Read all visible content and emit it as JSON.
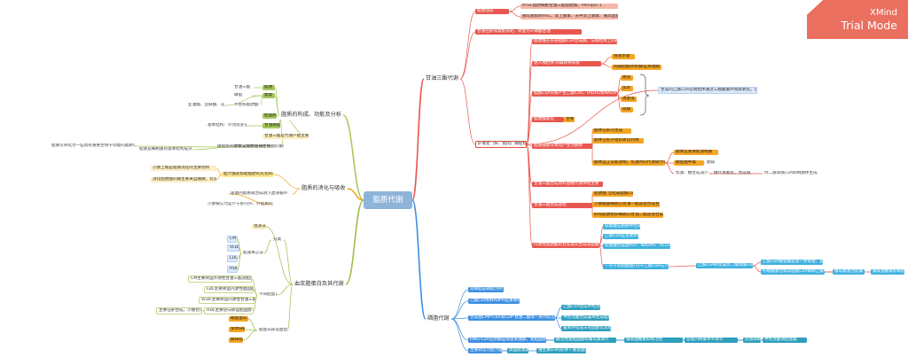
{
  "mindmap": {
    "root": "脂质代谢",
    "watermark": {
      "brand": "XMind",
      "mode": "Trial Mode"
    },
    "branches": [
      {
        "id": "b1",
        "label": "甘油三酯代谢",
        "children": [
          {
            "id": "n1_1",
            "label": "脂肪动员",
            "children": [
              {
                "id": "n1_1_1",
                "label": "ATGL脂肪细胞甘油三酯脂肪酶，Perilipin-1"
              },
              {
                "id": "n1_1_2",
                "label": "胰岛素抑制HSL，肾上腺素、去甲肾上腺素、胰高血糖素等促进动员"
              }
            ]
          },
          {
            "id": "n1_2",
            "label": "甘油在肝或肾脏等处，转变为3-磷酸甘油"
          },
          {
            "id": "n1_3",
            "label": "β-氧化（肝、肌肉）酶促程",
            "children": [
              {
                "id": "n1_3_1",
                "label": "脂肪酸在长链脂酰CoA合成酶，与线粒体上的脂酰CoA连接酶作用生成"
              },
              {
                "id": "n1_3_2",
                "label": "进入线粒体  肉碱转移系统",
                "children": [
                  {
                    "id": "n1_3_2_1",
                    "label": "限速步骤"
                  },
                  {
                    "id": "n1_3_2_2",
                    "label": "肉碱脂酰转移酶I是关键酶"
                  }
                ]
              },
              {
                "id": "n1_3_3",
                "label": "脂酰CoA分解产生乙酰CoA，FADH2和NADH",
                "children": [
                  {
                    "id": "n1_3_3_1",
                    "label": "脱氢"
                  },
                  {
                    "id": "n1_3_3_2",
                    "label": "加水"
                  },
                  {
                    "id": "n1_3_3_3",
                    "label": "再脱氢"
                  },
                  {
                    "id": "n1_3_3_4",
                    "label": "硫解"
                  }
                ]
              },
              {
                "id": "n1_3_4",
                "label": "生成的乙酰CoA在线粒体通过三羧酸循环彻底氧化，在肝部分为酮体"
              },
              {
                "id": "n1_3_5",
                "label": "脂肪酸氧化",
                "children": [
                  {
                    "id": "n1_3_5_1",
                    "label": "主要"
                  }
                ]
              },
              {
                "id": "n1_3_6",
                "label": "脂肪酸部分氧化产生为酮体",
                "children": [
                  {
                    "id": "n1_3_6_1",
                    "label": "酮体在肝内生成"
                  },
                  {
                    "id": "n1_3_6_2",
                    "label": "酮体在肝外组织氧化利用"
                  },
                  {
                    "id": "n1_3_6_3",
                    "label": "酮体是正常能源物，饥饿时的代谢调节特点",
                    "children": [
                      {
                        "id": "n1_3_6_3_1",
                        "label": "酮体是重要能源物质"
                      },
                      {
                        "id": "n1_3_6_3_2",
                        "label": "酮症酸中毒",
                        "children": [
                          {
                            "id": "n1_3_6_3_2_1",
                            "label": "酮尿"
                          }
                        ]
                      },
                      {
                        "id": "n1_3_6_3_3",
                        "label": "饥饿、糖生成减少",
                        "children": [
                          {
                            "id": "n1_3_6_3_3_1",
                            "label": "糖代谢紊乱，生成增加"
                          },
                          {
                            "id": "n1_3_6_3_3_2",
                            "label": "丙二酰单酰CoA抑制酮体生成"
                          }
                        ]
                      }
                    ]
                  }
                ]
              },
              {
                "id": "n1_3_7",
                "label": "甘油三酯合成原料由糖代谢供给主要"
              },
              {
                "id": "n1_3_8",
                "label": "甘油三酯合成途径",
                "children": [
                  {
                    "id": "n1_3_8_1",
                    "label": "脂肪酸 活化成脂酰CoA"
                  },
                  {
                    "id": "n1_3_8_2",
                    "label": "小肠黏膜细胞以甘油一酯途径合成甘油三酯"
                  },
                  {
                    "id": "n1_3_8_3",
                    "label": "肝和脂肪组织细胞以甘油二酯途径合成甘油三酯"
                  }
                ]
              },
              {
                "id": "n1_3_9",
                "label": "内源性脂肪酸的合成需先合成软脂酸",
                "children": [
                  {
                    "id": "n1_3_9_1",
                    "label": "软脂酸在胞质中合成"
                  },
                  {
                    "id": "n1_3_9_2",
                    "label": "乙酰CoA是主要原料"
                  },
                  {
                    "id": "n1_3_9_3",
                    "label": "软脂酸合成需ATP、NADPH、HCO3⁻（CO2）、Mn2+"
                  },
                  {
                    "id": "n1_3_9_4",
                    "label": "一分子软脂酸由1分子乙酰CoA与7分子丙二酸单酰CoA缩合而成",
                    "children": [
                      {
                        "id": "n1_3_9_4_1",
                        "label": "乙酰CoA转化成丙二酸单酰CoA",
                        "children": [
                          {
                            "id": "n1_3_9_4_1_1",
                            "label": "乙酰CoA羧化酶是第一步限速，是关键调节酶"
                          },
                          {
                            "id": "n1_3_9_4_1_2",
                            "label": "柠檬酸激活和软脂酰CoA抑制乙酰CoA羧化酶",
                            "children": [
                              {
                                "id": "n1_3_9_4_1_2_1",
                                "label": "胰岛素激活此酶"
                              },
                              {
                                "id": "n1_3_9_4_1_2_2",
                                "label": "胰高血糖素抑制此酶"
                              }
                            ]
                          }
                        ]
                      }
                    ]
                  }
                ]
              }
            ]
          }
        ]
      },
      {
        "id": "b2",
        "label": "磷脂代谢",
        "children": [
          {
            "id": "n2_1",
            "label": "含磷脂是磷脂为例"
          },
          {
            "id": "n2_2",
            "label": "乙酰CoA和NADPH是重要原料"
          },
          {
            "id": "n2_3",
            "label": "合成由CMP-CoA或CDP-甘油二酯等一系列反应",
            "children": [
              {
                "id": "n2_3_1",
                "label": "乙酰CoA合成甲羟戊酸"
              },
              {
                "id": "n2_3_2",
                "label": "甲羟戊酸合成鲨烯生成脂质"
              },
              {
                "id": "n2_3_3",
                "label": "鲨烯环化成羊毛固醇以及胆固醇"
              }
            ]
          },
          {
            "id": "n2_4",
            "label": "HMG-CoA还原酶是限速关键酶，受胆固醇调控",
            "children": [
              {
                "id": "n2_4_1",
                "label": "酶活性受胆固醇和胰岛素调节"
              },
              {
                "id": "n2_4_2",
                "label": "胰高血糖素抑制活性"
              },
              {
                "id": "n2_4_3",
                "label": "在核内转录水平调节"
              },
              {
                "id": "n2_4_4",
                "label": "反馈抑制"
              },
              {
                "id": "n2_4_5",
                "label": "甲羟戊酸调控此酶"
              }
            ]
          },
          {
            "id": "n2_5",
            "label": "主要转化为胆汁酸",
            "children": [
              {
                "id": "n2_5_1",
                "label": "类固醇激素"
              },
              {
                "id": "n2_5_2",
                "label": "维生素D3的前体7-脱氢胆固醇"
              }
            ]
          }
        ]
      },
      {
        "id": "b3",
        "label": "脂质的构成、功能及分析",
        "children": [
          {
            "id": "n3_1",
            "label": "脂肪",
            "children": [
              {
                "id": "n3_1_1",
                "label": "甘油三酯"
              }
            ]
          },
          {
            "id": "n3_2",
            "label": "类脂",
            "children": [
              {
                "id": "n3_2_1",
                "label": "磷脂"
              },
              {
                "id": "n3_2_2",
                "label": "不饱和脂肪酸"
              },
              {
                "id": "n3_2_3",
                "label": "亚油酸、亚麻酸、花生四烯酸"
              }
            ]
          },
          {
            "id": "n3_3",
            "label": "胆固醇"
          },
          {
            "id": "n3_4",
            "label": "甘油磷脂、鞘磷脂",
            "children": [
              {
                "id": "n3_4_1",
                "label": "基本结构：环戊烷多氢菲"
              }
            ]
          },
          {
            "id": "n3_5",
            "label": "甘油三酯是代谢产能主要"
          },
          {
            "id": "n3_6",
            "label": "储能是生物维持生物膜的重要组分",
            "children": [
              {
                "id": "n3_6_1",
                "label": "磷脂酰肌醇参与细胞信号转导"
              },
              {
                "id": "n3_6_2",
                "label": "脂质是细胞膜的基本结构成分"
              },
              {
                "id": "n3_6_3",
                "label": "脂质可转化为一些具有重要生物学功能的脂质化合物"
              }
            ]
          }
        ]
      },
      {
        "id": "b4",
        "label": "脂质的消化与吸收",
        "children": [
          {
            "id": "n4_1",
            "label": "胆汁酸盐帮助脂肪的乳化和吸收",
            "children": [
              {
                "id": "n4_1_1",
                "label": "小肠上端是脂质消化的主要场所"
              },
              {
                "id": "n4_1_2",
                "label": "消化脂肪酸的酶主要来自胰腺，乳化后的脂质分解"
              }
            ]
          },
          {
            "id": "n4_2",
            "label": "吸收的脂质再合成进入血液循环",
            "children": [
              {
                "id": "n4_2_1",
                "label": "小肠被认为是介于肝内外、外脂质的选择性屏障"
              }
            ]
          }
        ]
      },
      {
        "id": "b5",
        "label": "血浆脂蛋白及其代谢",
        "children": [
          {
            "id": "n5_1",
            "label": "电泳法"
          },
          {
            "id": "n5_2",
            "label": "分类",
            "children": [
              {
                "id": "n5_2_1",
                "label": "超速离心法",
                "children": [
                  {
                    "id": "n5_2_1_1",
                    "label": "CM"
                  },
                  {
                    "id": "n5_2_1_2",
                    "label": "VLDL"
                  },
                  {
                    "id": "n5_2_1_3",
                    "label": "LDL"
                  },
                  {
                    "id": "n5_2_1_4",
                    "label": "HDL"
                  }
                ]
              }
            ]
          },
          {
            "id": "n5_3",
            "label": "不同脂蛋白",
            "children": [
              {
                "id": "n5_3_1",
                "label": "CM主要转运外源性甘油三酯及胆固醇"
              },
              {
                "id": "n5_3_2",
                "label": "LDL主要转运内源性胆固醇"
              },
              {
                "id": "n5_3_3",
                "label": "VLDL主要转运内源性甘油三酯"
              },
              {
                "id": "n5_3_4",
                "label": "HDL主要逆向转运胆固醇",
                "children": [
                  {
                    "id": "n5_3_4_1",
                    "label": "主要在肝合成，小肠也可合成"
                  }
                ]
              }
            ]
          },
          {
            "id": "n5_4",
            "label": "脂蛋白异常血症",
            "children": [
              {
                "id": "n5_4_1",
                "label": "载脂蛋白"
              },
              {
                "id": "n5_4_2",
                "label": "受体缺陷"
              },
              {
                "id": "n5_4_3",
                "label": "酶缺陷"
              }
            ]
          }
        ]
      }
    ]
  },
  "colors": {
    "root": "#8fb4d9",
    "b1": "#e8574f",
    "b2": "#3e8fe0",
    "b3": "#a9c95d",
    "b4": "#f5a623",
    "b5": "#9cbf4a",
    "line_default": "#555555"
  }
}
